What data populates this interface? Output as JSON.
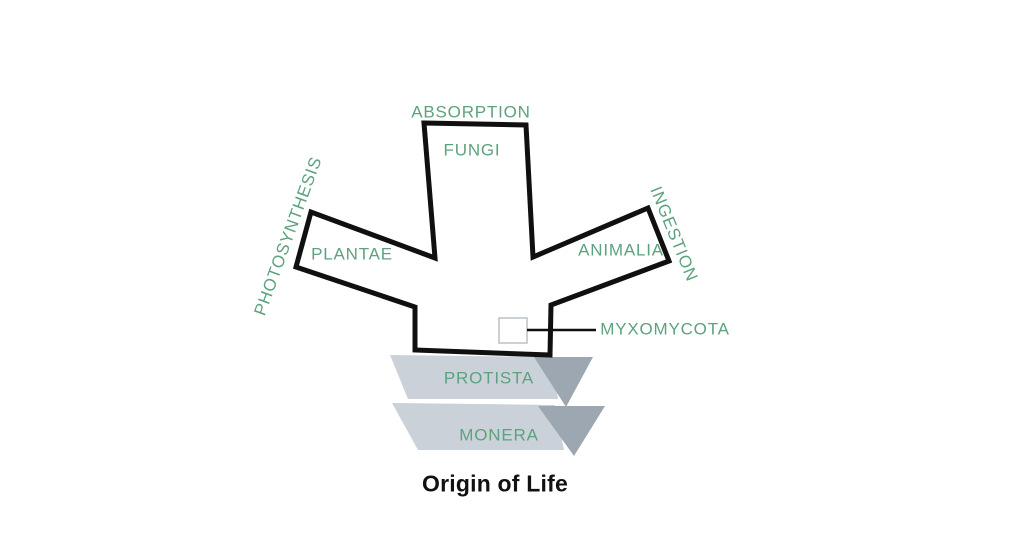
{
  "colors": {
    "label_green": "#5da27e",
    "outline_black": "#101010",
    "band_light": "#cbd1d8",
    "band_dark": "#9ca7b2",
    "box_border": "#b9c0c7",
    "title_color": "#111111"
  },
  "diagram": {
    "title": "Origin of Life",
    "top_branch": {
      "process": "ABSORPTION",
      "kingdom": "FUNGI"
    },
    "left_branch": {
      "process": "PHOTOSYNTHESIS",
      "kingdom": "PLANTAE"
    },
    "right_branch": {
      "process": "INGESTION",
      "kingdom": "ANIMALIA"
    },
    "callout": {
      "label": "MYXOMYCOTA"
    },
    "base_layers": [
      {
        "label": "PROTISTA"
      },
      {
        "label": "MONERA"
      }
    ]
  }
}
